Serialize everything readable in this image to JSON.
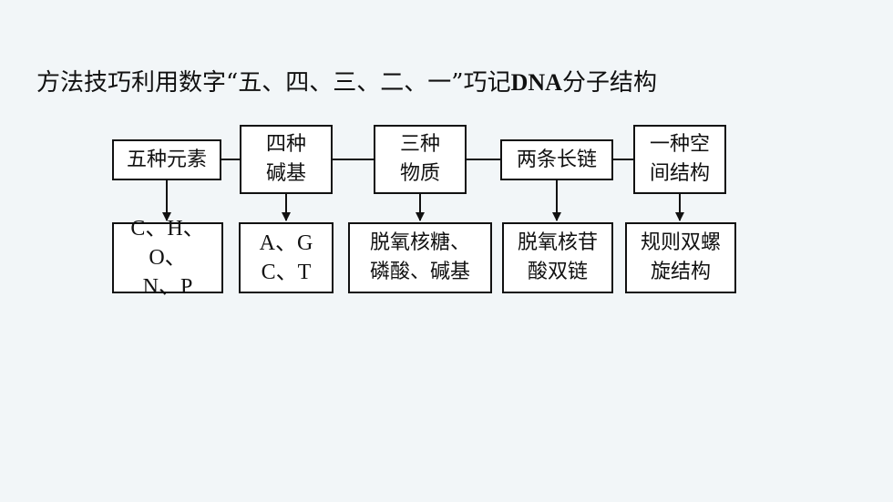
{
  "title": {
    "text": "方法技巧利用数字“五、四、三、二、一”巧记",
    "bold": "DNA",
    "suffix": "分子结构"
  },
  "diagram": {
    "top_boxes": [
      {
        "id": "t1",
        "label": "五种元素"
      },
      {
        "id": "t2",
        "label": "四种\n碱基"
      },
      {
        "id": "t3",
        "label": "三种\n物质"
      },
      {
        "id": "t4",
        "label": "两条长链"
      },
      {
        "id": "t5",
        "label": "一种空\n间结构"
      }
    ],
    "bottom_boxes": [
      {
        "id": "b1",
        "label": "C、H、O、\nN、P"
      },
      {
        "id": "b2",
        "label": "A、G\nC、T"
      },
      {
        "id": "b3",
        "label": "脱氧核糖、\n磷酸、碱基"
      },
      {
        "id": "b4",
        "label": "脱氧核苷\n酸双链"
      },
      {
        "id": "b5",
        "label": "规则双螺\n旋结构"
      }
    ],
    "edges": [
      {
        "from": "t1",
        "to": "b1"
      },
      {
        "from": "t2",
        "to": "b2"
      },
      {
        "from": "t3",
        "to": "b3"
      },
      {
        "from": "t4",
        "to": "b4"
      },
      {
        "from": "t5",
        "to": "b5"
      }
    ]
  }
}
